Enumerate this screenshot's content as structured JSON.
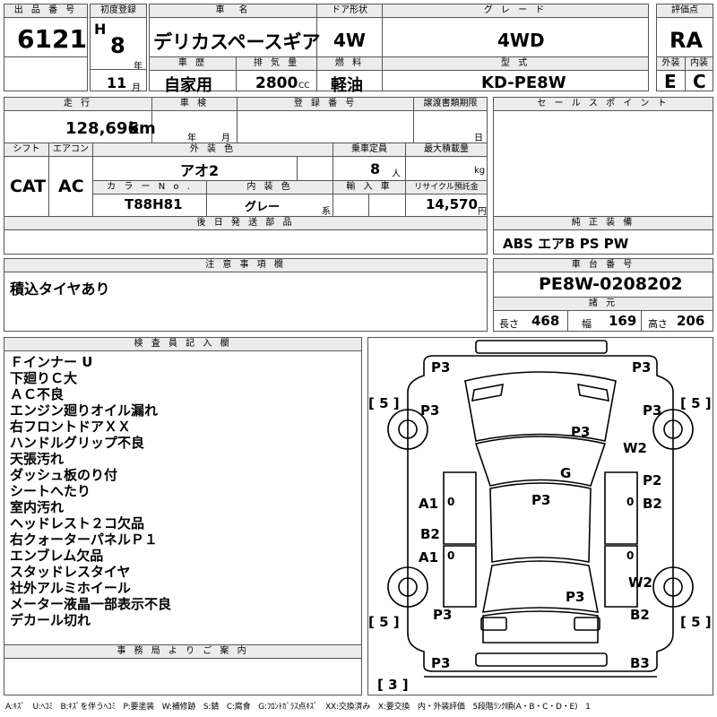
{
  "labels": {
    "lot_no": "出 品 番 号",
    "first_reg": "初度登録",
    "car_name": "車　名",
    "door": "ドア形状",
    "grade": "グ レ ー ド",
    "score": "評価点",
    "year_suffix": "年",
    "history": "車 歴",
    "displacement": "排 気 量",
    "fuel": "燃 料",
    "model": "型 式",
    "exterior": "外装",
    "interior": "内装",
    "month_suffix": "月",
    "cc": "CC",
    "mileage": "走 行",
    "inspection": "車 検",
    "reg_no": "登 録 番 号",
    "transfer_deadline": "譲渡書類期限",
    "sales_points": "セ ー ル ス ポ イ ン ト",
    "year_label": "年",
    "month_label": "月",
    "day_label": "日",
    "shift": "シフト",
    "aircon": "エアコン",
    "ext_color": "外 装 色",
    "capacity": "乗車定員",
    "max_load": "最大積載量",
    "person_unit": "人",
    "kg": "kg",
    "color_no": "カ ラ ー N o .",
    "int_color": "内 装 色",
    "import": "輸 入 車",
    "recycle": "リサイクル預託金",
    "kei": "系",
    "yen": "円",
    "later_parts": "後 日 発 送 部 品",
    "genuine": "純 正 装 備",
    "notes": "注 意 事 項 欄",
    "chassis_no": "車 台 番 号",
    "specs": "諸 元",
    "length": "長さ",
    "width": "幅",
    "height": "高さ",
    "inspector": "検 査 員 記 入 欄",
    "office": "事 務 局 よ り ご 案 内"
  },
  "values": {
    "lot_no": "6121",
    "era": "H",
    "year": "8",
    "month": "11",
    "car_name": "デリカスペースギア",
    "door": "4W",
    "grade": "4WD",
    "score": "RA",
    "history": "自家用",
    "displacement": "2800",
    "fuel": "軽油",
    "model": "KD-PE8W",
    "exterior": "E",
    "interior": "C",
    "mileage": "128,696",
    "mileage_unit": "km",
    "shift": "CAT",
    "aircon": "AC",
    "ext_color": "アオ2",
    "capacity": "8",
    "color_no": "T88H81",
    "int_color": "グレー",
    "recycle": "14,570",
    "genuine": "ABS エアB PS PW",
    "notes": "積込タイヤあり",
    "chassis_no": "PE8W-0208202",
    "length": "468",
    "width": "169",
    "height": "206"
  },
  "remarks": [
    "Ｆインナー U",
    "下廻りＣ大",
    "ＡＣ不良",
    "エンジン廻りオイル漏れ",
    "右フロントドアＸＸ",
    "ハンドルグリップ不良",
    "天張汚れ",
    "ダッシュ板のり付",
    "シートへたり",
    "室内汚れ",
    "ヘッドレスト２コ欠品",
    "右クォーターパネルＰ１",
    "エンブレム欠品",
    "スタッドレスタイヤ",
    "社外アルミホイール",
    "メーター液晶一部表示不良",
    "デカール切れ"
  ],
  "damage": {
    "fl_corner": "P3",
    "fr_corner": "P3",
    "tire_fl": "[ 5 ]",
    "tire_fr": "[ 5 ]",
    "fl_fender": "P3",
    "fr_fender": "P3",
    "hood": "P3",
    "fr_fender2": "W2",
    "windshield": "G",
    "fr_door": "P2",
    "fr_door_b": "B2",
    "roof": "P3",
    "fl_door": "A1",
    "fl_zero": "0",
    "fr_zero": "0",
    "rl_door_b": "B2",
    "rl_door_a": "A1",
    "rl_zero": "0",
    "rr_zero": "0",
    "rr_quarter": "W2",
    "rear_glass": "P3",
    "tire_rl": "[ 5 ]",
    "tire_rr": "[ 5 ]",
    "rl_quarter": "P3",
    "rr_quarter_b": "B2",
    "rear_l": "P3",
    "rear_r": "B3",
    "spare": "[ 3 ]"
  },
  "footer": "A:ｷｽﾞ　U:ﾍｺﾐ　B:ｷｽﾞを伴うﾍｺﾐ　P:要塗装　W:補修跡　S:錆　C:腐食　G:ﾌﾛﾝﾄｶﾞﾗｽ点ｷｽﾞ　XX:交換済み　X:要交換　内・外装評価　5段階ﾗﾝｸ順(A・B・C・D・E)　1"
}
